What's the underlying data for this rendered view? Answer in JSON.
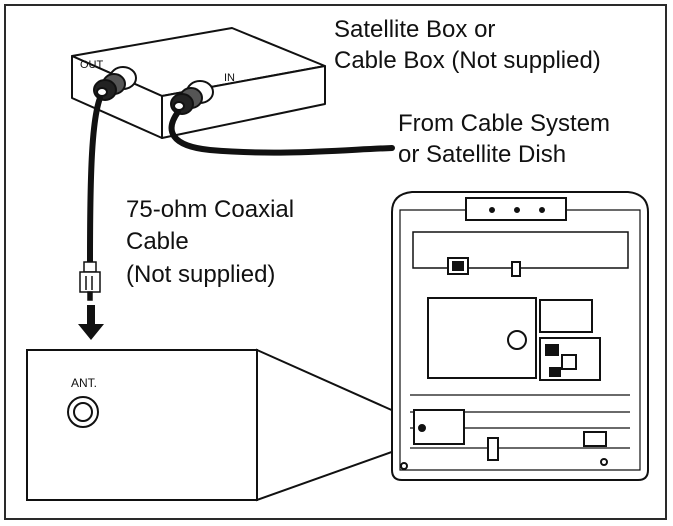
{
  "labels": {
    "box_name_line1": "Satellite Box or",
    "box_name_line2": "Cable Box (Not supplied)",
    "source_line1": "From Cable System",
    "source_line2": "or Satellite Dish",
    "cable_line1": "75-ohm Coaxial",
    "cable_line2": "Cable",
    "cable_line3": "(Not supplied)",
    "port_out": "OUT",
    "port_in": "IN",
    "port_ant": "ANT."
  }
}
